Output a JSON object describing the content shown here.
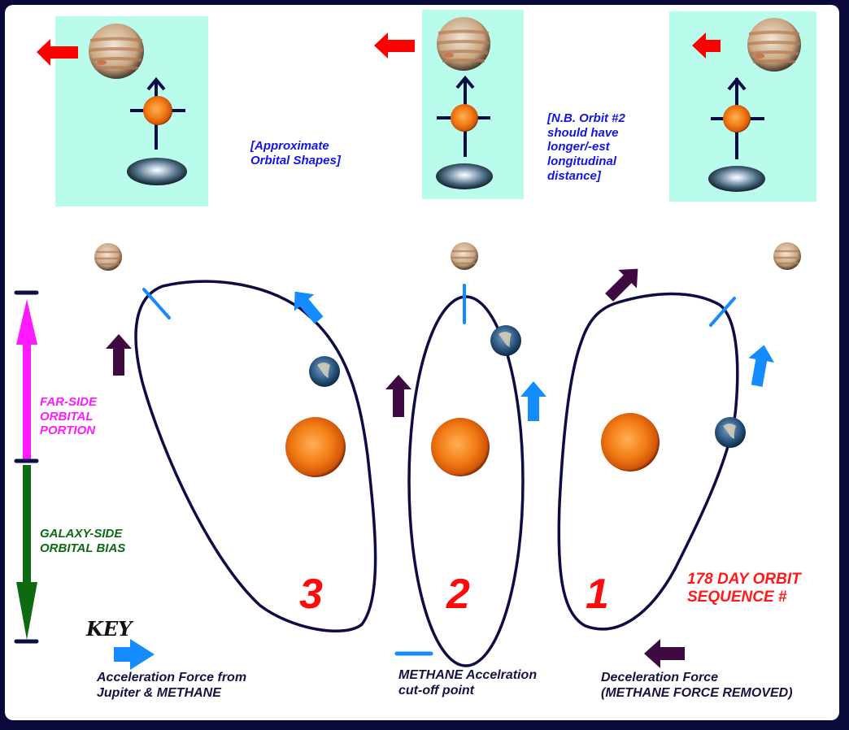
{
  "notes": {
    "approximate": "[Approximate\nOrbital Shapes]",
    "nb": "[N.B. Orbit #2\nshould have\nlonger/-est\nlongitudinal\ndistance]"
  },
  "side_labels": {
    "far_side": "FAR-SIDE\nORBITAL\nPORTION",
    "galaxy_side": "GALAXY-SIDE\nORBITAL BIAS"
  },
  "orbit_numbers": [
    "3",
    "2",
    "1"
  ],
  "sequence_label": "178 DAY ORBIT\nSEQUENCE #",
  "key": {
    "title": "KEY",
    "items": [
      {
        "icon": "blue-arrow",
        "label": "Acceleration Force from\nJupiter & METHANE"
      },
      {
        "icon": "blue-dash",
        "label": "METHANE Accelration\ncut-off point"
      },
      {
        "icon": "purple-arrow",
        "label": "Deceleration Force\n(METHANE FORCE REMOVED)"
      }
    ]
  },
  "colors": {
    "frame": "#0a0a3a",
    "panel": "#b9fcec",
    "orbit": "#0d0d45",
    "accel": "#148cff",
    "decel": "#3f0a42",
    "jupiter_move": "#ff0000",
    "far_side": "#ff1aff",
    "galaxy_side": "#0e6a12",
    "sequence": "#ff1a1a",
    "note": "#1414e6"
  }
}
